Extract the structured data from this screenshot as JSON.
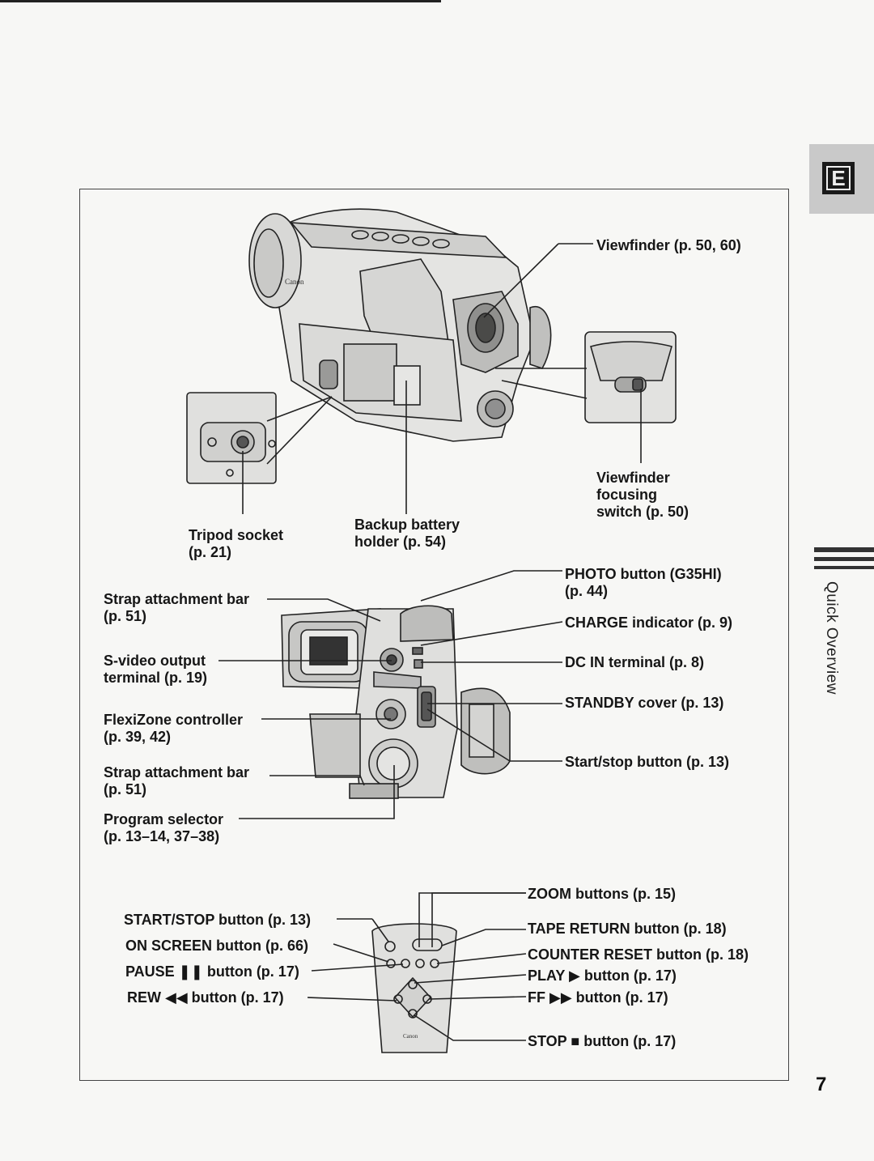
{
  "tab": {
    "letter": "E"
  },
  "side_label": "Quick Overview",
  "page_number": "7",
  "top_section": {
    "viewfinder": "Viewfinder (p. 50, 60)",
    "viewfinder_focusing": [
      "Viewfinder",
      "focusing",
      "switch (p. 50)"
    ],
    "tripod_socket": [
      "Tripod socket",
      "(p. 21)"
    ],
    "backup_battery": [
      "Backup battery",
      "holder (p. 54)"
    ],
    "camera_logo": "Canon"
  },
  "middle_section": {
    "left": [
      [
        "Strap attachment bar",
        "(p. 51)"
      ],
      [
        "S-video output",
        "terminal (p. 19)"
      ],
      [
        "FlexiZone controller",
        "(p. 39, 42)"
      ],
      [
        "Strap attachment bar",
        "(p. 51)"
      ],
      [
        "Program selector",
        "(p. 13–14, 37–38)"
      ]
    ],
    "right": [
      [
        "PHOTO button (G35HI)",
        "(p. 44)"
      ],
      [
        "CHARGE indicator (p. 9)"
      ],
      [
        "DC IN terminal (p. 8)"
      ],
      [
        "STANDBY cover (p. 13)"
      ],
      [
        "Start/stop button (p. 13)"
      ]
    ]
  },
  "remote_section": {
    "left": [
      "START/STOP button (p. 13)",
      "ON SCREEN button (p. 66)",
      "PAUSE ❚❚ button (p. 17)",
      "REW ◀◀ button (p. 17)"
    ],
    "right": [
      "ZOOM buttons (p. 15)",
      "TAPE RETURN button (p. 18)",
      "COUNTER RESET button (p. 18)",
      "PLAY ▶ button (p. 17)",
      "FF ▶▶ button (p. 17)",
      "STOP ■ button (p. 17)"
    ],
    "remote_logo": "Canon"
  }
}
